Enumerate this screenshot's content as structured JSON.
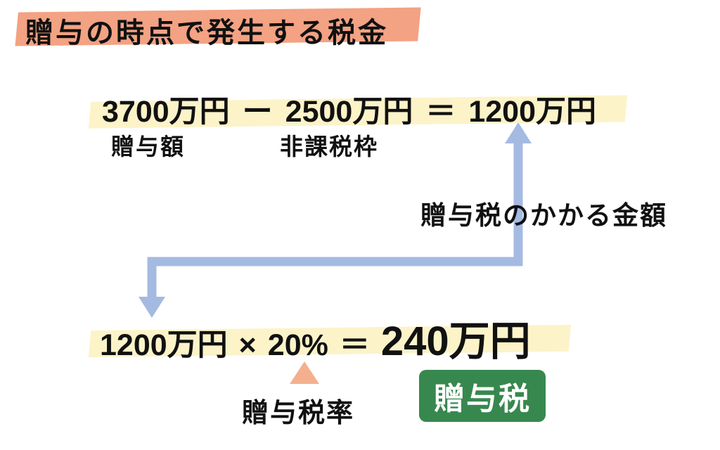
{
  "title": "贈与の時点で発生する税金",
  "formula1": {
    "minuend": "3700万円",
    "minus_sign": "ー",
    "subtrahend": "2500万円",
    "equals_sign": "＝",
    "result": "1200万円",
    "minuend_label": "贈与額",
    "subtrahend_label": "非課税枠"
  },
  "arrow": {
    "label": "贈与税のかかる金額"
  },
  "formula2": {
    "multiplicand": "1200万円",
    "times_sign": "×",
    "multiplier": "20%",
    "equals_sign": "＝",
    "result": "240万円",
    "multiplier_label": "贈与税率"
  },
  "badge": {
    "label": "贈与税"
  },
  "colors": {
    "title_highlight": "#f3a283",
    "formula_highlight": "#fcf3c9",
    "arrow": "#a5bae1",
    "pointer_triangle": "#f3b08f",
    "badge_background": "#37884e",
    "badge_text": "#ffffff",
    "text": "#111111"
  }
}
